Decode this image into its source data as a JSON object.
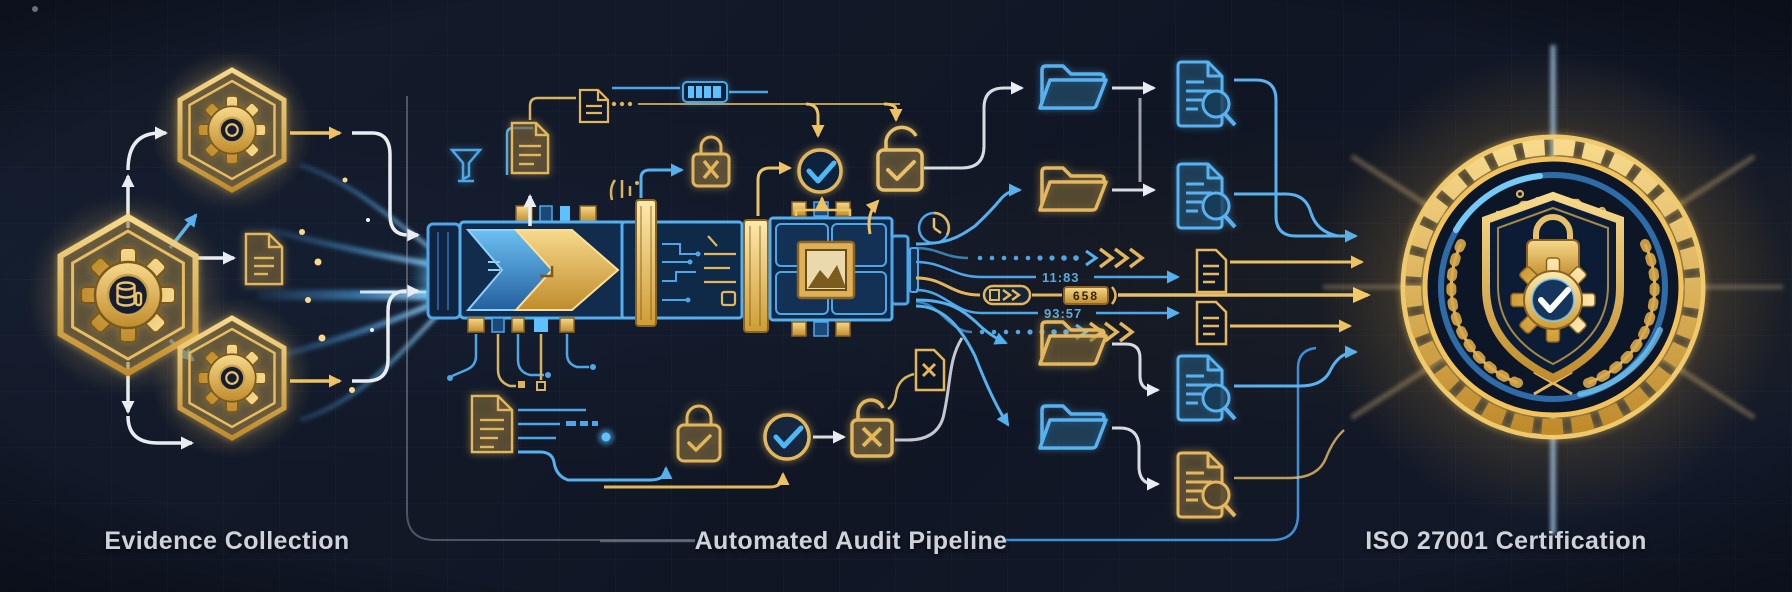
{
  "sections": [
    {
      "id": "evidence-collection",
      "label": "Evidence Collection"
    },
    {
      "id": "audit-pipeline",
      "label": "Automated Audit Pipeline"
    },
    {
      "id": "iso-certification",
      "label": "ISO 27001 Certification"
    }
  ],
  "readouts": {
    "top": "11:83",
    "bottom": "93:57",
    "counter": "658"
  },
  "colors": {
    "background": "#111827",
    "gold": "#e8b954",
    "gold_bright": "#ffd97a",
    "blue": "#55aeee",
    "blue_bright": "#7cd4ff",
    "white_line": "#e9edf2",
    "label_text": "#cdd3db"
  },
  "icons": [
    "hexagon-gear-database-icon",
    "hexagon-gear-icon",
    "document-icon",
    "funnel-icon",
    "progress-bar-icon",
    "lock-x-icon",
    "lock-check-icon",
    "check-circle-icon",
    "clock-icon",
    "chip-icon",
    "chevron-arrows-icon",
    "folder-icon",
    "document-magnifier-icon",
    "document-x-icon",
    "certification-badge-icon",
    "shield-lock-gear-icon",
    "laurel-wreath-icon"
  ]
}
